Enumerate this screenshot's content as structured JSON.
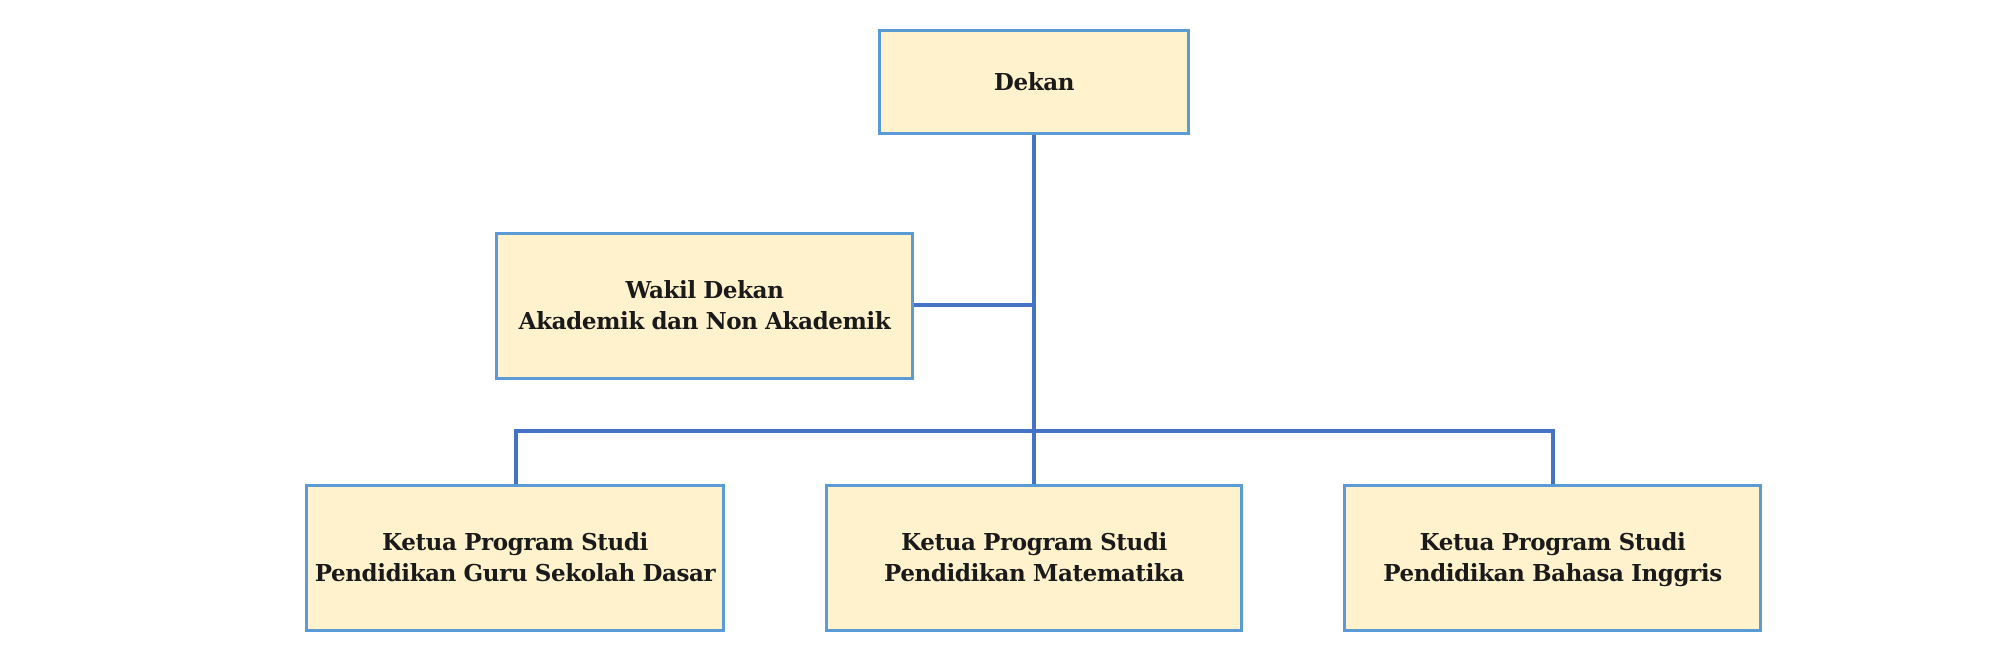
{
  "org_chart": {
    "dean": {
      "line1": "Dekan"
    },
    "vice_dean": {
      "line1": "Wakil Dekan",
      "line2": "Akademik dan Non Akademik"
    },
    "program_heads": [
      {
        "line1": "Ketua Program Studi",
        "line2": "Pendidikan Guru Sekolah Dasar"
      },
      {
        "line1": "Ketua Program Studi",
        "line2": "Pendidikan Matematika"
      },
      {
        "line1": "Ketua Program Studi",
        "line2": "Pendidikan Bahasa Inggris"
      }
    ],
    "colors": {
      "box_fill": "#fff2cc",
      "box_border": "#5b9bd5",
      "connector": "#4472c4"
    }
  }
}
